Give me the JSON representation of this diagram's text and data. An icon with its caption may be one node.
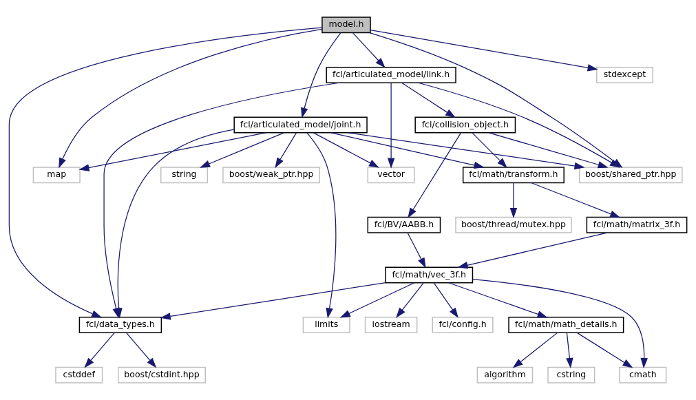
{
  "diagram": {
    "nodes": [
      {
        "text": [
          "model.h"
        ]
      },
      {
        "text": [
          "fcl/articulated_model/link.h"
        ]
      },
      {
        "text": [
          "stdexcept"
        ]
      },
      {
        "text": [
          "fcl/articulated_model/joint.h"
        ]
      },
      {
        "text": [
          "fcl/collision_object.h"
        ]
      },
      {
        "text": [
          "map"
        ]
      },
      {
        "text": [
          "string"
        ]
      },
      {
        "text": [
          "boost/weak_ptr.hpp"
        ]
      },
      {
        "text": [
          "vector"
        ]
      },
      {
        "text": [
          "fcl/math/transform.h"
        ]
      },
      {
        "text": [
          "boost/shared_ptr.hpp"
        ]
      },
      {
        "text": [
          "fcl/BV/AABB.h"
        ]
      },
      {
        "text": [
          "boost/thread/mutex.hpp"
        ]
      },
      {
        "text": [
          "fcl/math/matrix_3f.h"
        ]
      },
      {
        "text": [
          "fcl/math/vec_3f.h"
        ]
      },
      {
        "text": [
          "fcl/data_types.h"
        ]
      },
      {
        "text": [
          "limits"
        ]
      },
      {
        "text": [
          "fcl/math/math_details.h"
        ]
      },
      {
        "text": [
          "iostream"
        ]
      },
      {
        "text": [
          "fcl/config.h"
        ]
      },
      {
        "text": [
          "boost/cstdint.hpp"
        ]
      },
      {
        "text": [
          "cstddef"
        ]
      },
      {
        "text": [
          "cstring"
        ]
      },
      {
        "text": [
          "algorithm"
        ]
      },
      {
        "text": [
          "cmath"
        ]
      }
    ],
    "edges": [
      {
        "from": 0,
        "to": 1,
        "arrow": "to"
      },
      {
        "from": 0,
        "to": 3,
        "arrow": "to"
      },
      {
        "from": 0,
        "to": 5,
        "arrow": "to"
      },
      {
        "from": 0,
        "to": 15,
        "arrow": "to"
      },
      {
        "from": 0,
        "to": 10,
        "arrow": "to"
      },
      {
        "from": 0,
        "to": 2,
        "arrow": "to"
      },
      {
        "from": 1,
        "to": 15,
        "arrow": "to"
      },
      {
        "from": 1,
        "to": 8,
        "arrow": "to"
      },
      {
        "from": 1,
        "to": 4,
        "arrow": "to"
      },
      {
        "from": 1,
        "to": 10,
        "arrow": "to"
      },
      {
        "from": 3,
        "to": 5,
        "arrow": "to"
      },
      {
        "from": 3,
        "to": 15,
        "arrow": "to"
      },
      {
        "from": 3,
        "to": 6,
        "arrow": "to"
      },
      {
        "from": 3,
        "to": 7,
        "arrow": "to"
      },
      {
        "from": 3,
        "to": 16,
        "arrow": "to"
      },
      {
        "from": 3,
        "to": 8,
        "arrow": "to"
      },
      {
        "from": 3,
        "to": 9,
        "arrow": "to"
      },
      {
        "from": 3,
        "to": 10,
        "arrow": "to"
      },
      {
        "from": 4,
        "to": 11,
        "arrow": "to"
      },
      {
        "from": 4,
        "to": 9,
        "arrow": "to"
      },
      {
        "from": 4,
        "to": 10,
        "arrow": "to"
      },
      {
        "from": 9,
        "to": 12,
        "arrow": "to"
      },
      {
        "from": 9,
        "to": 13,
        "arrow": "to"
      },
      {
        "from": 11,
        "to": 14,
        "arrow": "to"
      },
      {
        "from": 13,
        "to": 14,
        "arrow": "to"
      },
      {
        "from": 14,
        "to": 15,
        "arrow": "to"
      },
      {
        "from": 14,
        "to": 16,
        "arrow": "to"
      },
      {
        "from": 14,
        "to": 17,
        "arrow": "to"
      },
      {
        "from": 14,
        "to": 18,
        "arrow": "to"
      },
      {
        "from": 14,
        "to": 19,
        "arrow": "to"
      },
      {
        "from": 14,
        "to": 24,
        "arrow": "to"
      },
      {
        "from": 15,
        "to": 20,
        "arrow": "to"
      },
      {
        "from": 15,
        "to": 21,
        "arrow": "to"
      },
      {
        "from": 17,
        "to": 22,
        "arrow": "to"
      },
      {
        "from": 17,
        "to": 23,
        "arrow": "to"
      },
      {
        "from": 17,
        "to": 24,
        "arrow": "to"
      }
    ]
  }
}
